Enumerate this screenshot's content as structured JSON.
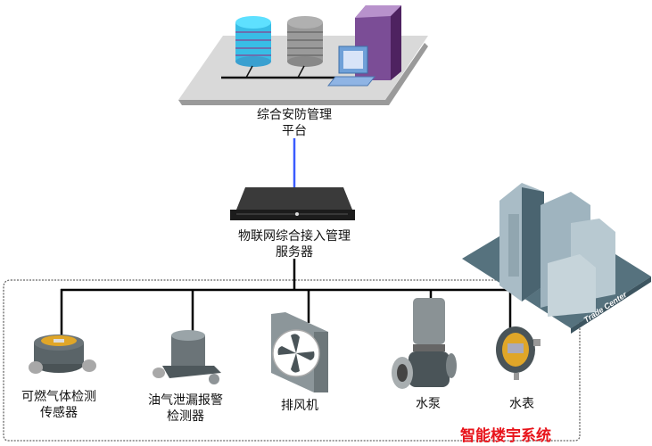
{
  "platform": {
    "label_line1": "综合安防管理",
    "label_line2": "平台"
  },
  "server": {
    "label_line1": "物联网综合接入管理",
    "label_line2": "服务器"
  },
  "building": {
    "sign": "Trade Center"
  },
  "region": {
    "title": "智能楼宇系统"
  },
  "devices": [
    {
      "label_line1": "可燃气体检测",
      "label_line2": "传感器"
    },
    {
      "label_line1": "油气泄漏报警",
      "label_line2": "检测器"
    },
    {
      "label_line1": "排风机",
      "label_line2": ""
    },
    {
      "label_line1": "水泵",
      "label_line2": ""
    },
    {
      "label_line1": "水表",
      "label_line2": ""
    }
  ],
  "colors": {
    "uplink": "#3a5cff",
    "bus": "#000000",
    "region_title": "#e8141b"
  }
}
